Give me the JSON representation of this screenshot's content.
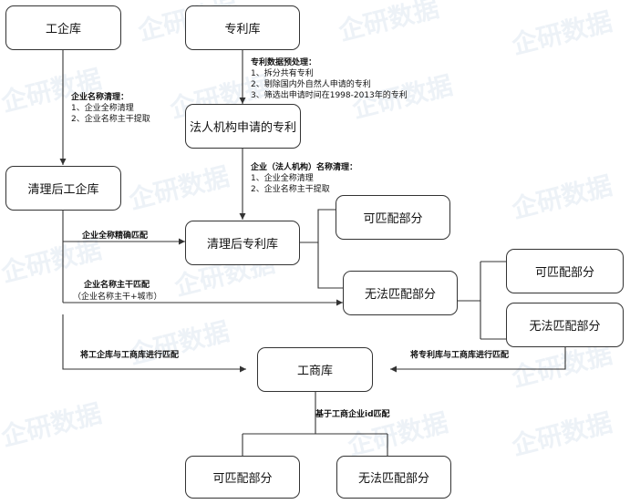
{
  "watermark": "企研数据",
  "nodes": {
    "gongqi": "工企库",
    "zhuanli": "专利库",
    "faren": "法人机构申请的专利",
    "qingli_gongqi": "清理后工企库",
    "qingli_zhuanli": "清理后专利库",
    "match1": "可匹配部分",
    "nomatch1": "无法匹配部分",
    "match2": "可匹配部分",
    "nomatch2": "无法匹配部分",
    "gongshang": "工商库",
    "match3": "可匹配部分",
    "nomatch3": "无法匹配部分"
  },
  "notes": {
    "qiye_clean": {
      "head": "企业名称清理：",
      "items": [
        "1、企业全称清理",
        "2、企业名称主干提取"
      ]
    },
    "patent_pre": {
      "head": "专利数据预处理：",
      "items": [
        "1、拆分共有专利",
        "2、剔除国内外自然人申请的专利",
        "3、筛选出申请时间在1998-2013年的专利"
      ]
    },
    "faren_clean": {
      "head": "企业（法人机构）名称清理：",
      "items": [
        "1、企业全称清理",
        "2、企业名称主干提取"
      ]
    }
  },
  "labels": {
    "exact": "企业全称精确匹配",
    "stem": "企业名称主干匹配",
    "stem_sub": "（企业名称主干+城市）",
    "gq_gs": "将工企库与工商库进行匹配",
    "zl_gs": "将专利库与工商库进行匹配",
    "id_match": "基于工商企业id匹配"
  },
  "colors": {
    "line": "#333333",
    "watermark": "#d9e4ef"
  }
}
